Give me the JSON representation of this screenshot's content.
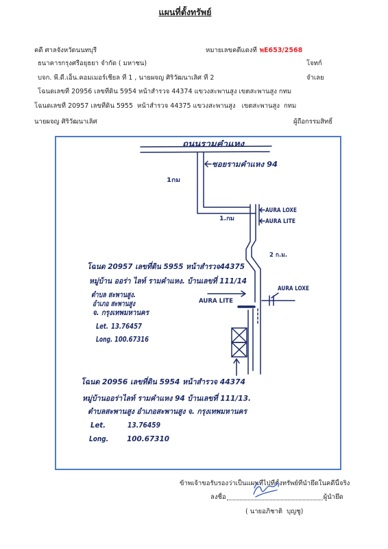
{
  "document": {
    "title": "แผนที่ตั้งทรัพย์",
    "court": "คดี ศาลจังหวัดนนทบุรี",
    "case_number_label": "หมายเลขคดีแดงที่",
    "case_number": "พE653/2568",
    "plaintiff": "ธนาคารกรุงศรีอยุธยา จำกัด ( มหาชน)",
    "plaintiff_role": "โจทก์",
    "defendants": "บจก. พี.ดี.เอ็น.คอมเมอร์เชียล ที่ 1 , นายผจญ ศิริวัฒนาเลิศ ที่ 2",
    "defendant_role": "จำเลย",
    "deeds": [
      "โฉนดเลขที่ 20956 เลขที่ดิน 5954 หน้าสำรวจ 44374 แขวงสะพานสูง เขตสะพานสูง กทม",
      "โฉนดเลขที่ 20957 เลขที่ดิน 5955  หน้าสำรวจ 44375 แขวงสะพานสูง   เขตสะพานสูง  กทม"
    ],
    "owner": "นายผจญ ศิริวัฒนาเลิศ",
    "owner_role": "ผู้ถือกรรมสิทธิ์"
  },
  "map": {
    "main_road": "ถนนรามคำแหง",
    "soi": "ซอยรามคำแหง 94",
    "distance_1": "1กม",
    "distance_2": "1.กม",
    "distance_3": "2 ก.ม.",
    "landmarks": [
      "AURA LOXE",
      "AURA LITE",
      "AURA LOXE",
      "AURA LITE"
    ],
    "parcel_1": {
      "lines": [
        "โฉนด 20957 เลขที่ดิน 5955 หน้าสำรวจ44375",
        "หมู่บ้าน ออร่า ไลท์ รามคำแหง. บ้านเลขที่ 111/14",
        "ตำบล สะพานสูง.",
        "อำเภอ สะพานสูง",
        "จ. กรุงเทพมหานคร"
      ],
      "lat_label": "Let.",
      "lat": "13.76457",
      "long_label": "Long.",
      "long": "100.67316"
    },
    "parcel_2": {
      "lines": [
        "โฉนด 20956 เลขที่ดิน 5954 หน้าสำรวจ 44374",
        "หมู่บ้านออร่าไลท์ รามคำแหง 94 บ้านเลขที่ 111/13.",
        "ตำบลสะพานสูง อำเภอสะพานสูง จ. กรุงเทพมหานคร"
      ],
      "lat_label": "Let.",
      "lat": "13.76459",
      "long_label": "Long.",
      "long": "100.67310"
    }
  },
  "footer": {
    "certification": "ข้าพเจ้าขอรับรองว่าเป็นแผนที่ไปที่ตั้งทรัพย์ที่นำยึดในคดีนี้จริง",
    "sign_label": "ลงชื่อ",
    "signer_role": "ผู้นำยึด",
    "signer_name": "( นายอภิชาติ  บุญชู)"
  },
  "colors": {
    "frame": "#4c7cc4",
    "ink": "#1c2a66",
    "case_number": "#e3262b",
    "signature": "#3b62b9"
  }
}
